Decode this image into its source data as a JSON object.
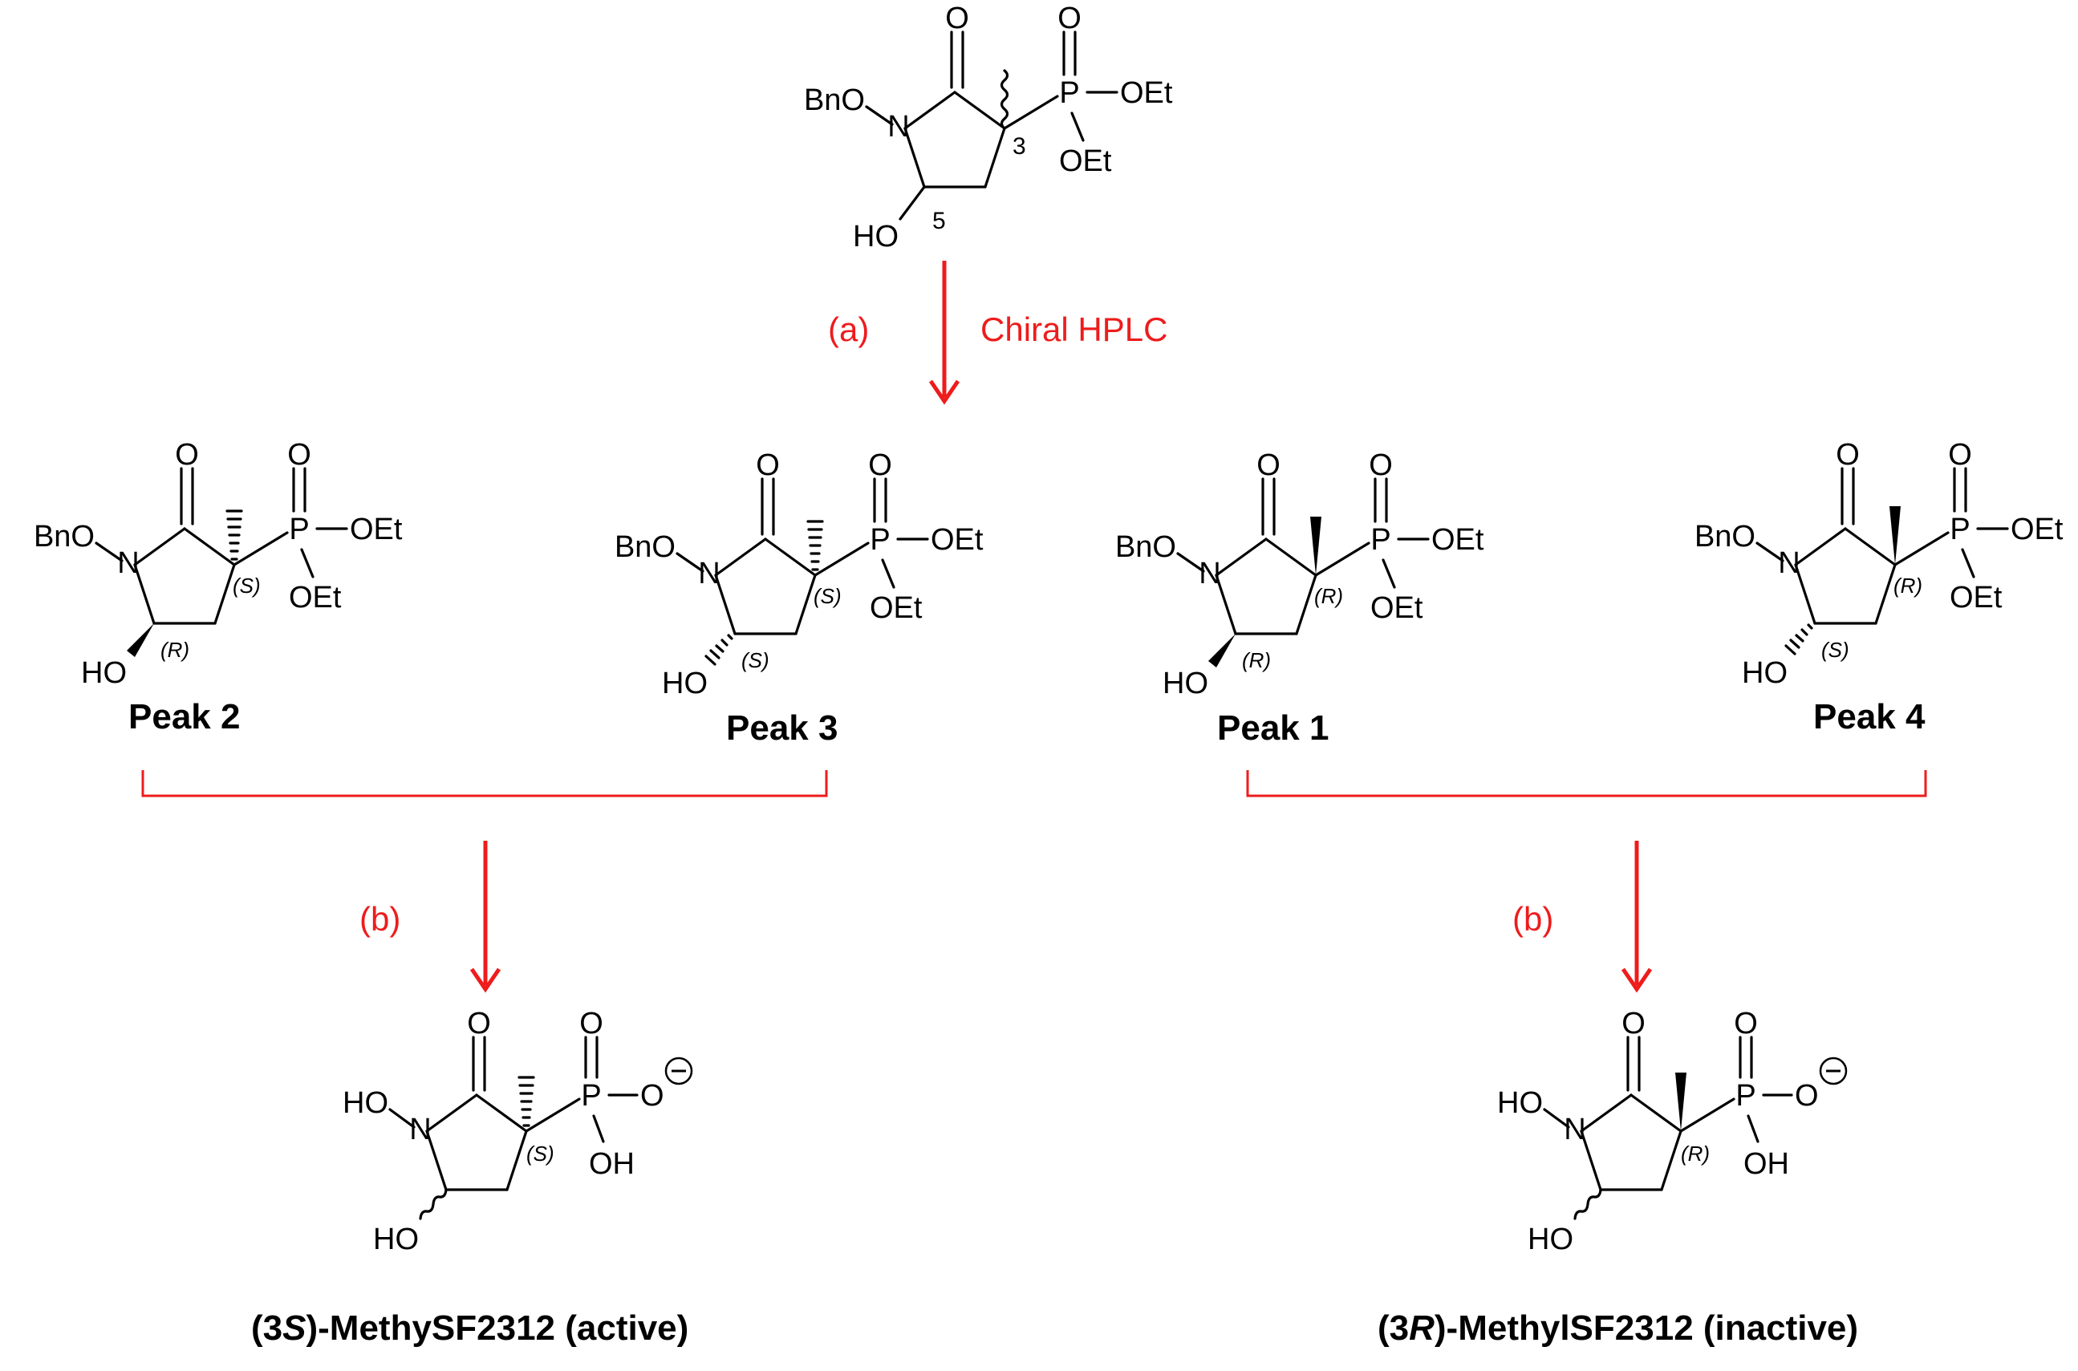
{
  "atoms": {
    "O": "O",
    "N": "N",
    "P": "P",
    "BnO": "BnO",
    "OEt": "OEt",
    "HO": "HO",
    "OH": "OH",
    "O_minus": "O",
    "charge": "−"
  },
  "starting_material": {
    "locant_3": "3",
    "locant_5": "5"
  },
  "step_a": {
    "label": "(a)",
    "reagent": "Chiral HPLC"
  },
  "step_b": {
    "label": "(b)"
  },
  "stereo": {
    "S": "(S)",
    "R": "(R)"
  },
  "peaks": {
    "peak2": {
      "label": "Peak 2"
    },
    "peak3": {
      "label": "Peak 3"
    },
    "peak1": {
      "label": "Peak 1"
    },
    "peak4": {
      "label": "Peak 4"
    }
  },
  "products": {
    "left": {
      "prefix": "(3",
      "italic": "S",
      "suffix": ")-MethySF2312 (active)"
    },
    "right": {
      "prefix": "(3",
      "italic": "R",
      "suffix": ")-MethylSF2312 (inactive)"
    }
  },
  "colors": {
    "accent": "#ee1c1c",
    "ink": "#000000",
    "background": "#ffffff"
  }
}
